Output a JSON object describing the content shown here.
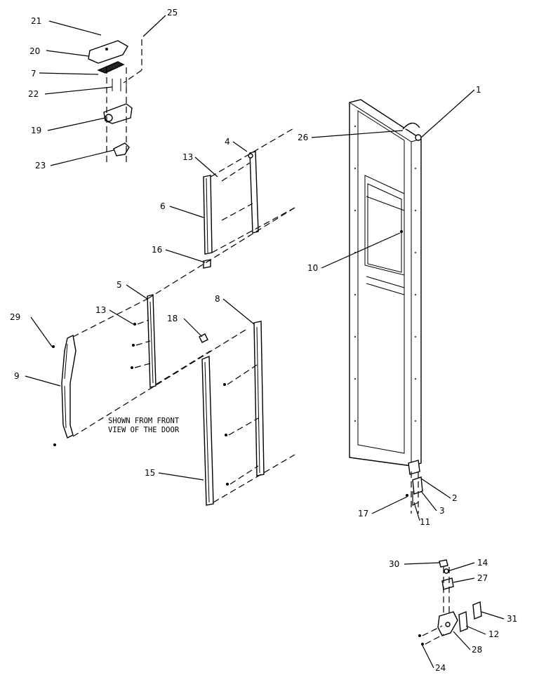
{
  "callouts": {
    "c1": "1",
    "c2": "2",
    "c3": "3",
    "c4": "4",
    "c5": "5",
    "c6": "6",
    "c7": "7",
    "c8": "8",
    "c9": "9",
    "c10": "10",
    "c11": "11",
    "c12": "12",
    "c13a": "13",
    "c13b": "13",
    "c14": "14",
    "c15": "15",
    "c16": "16",
    "c17": "17",
    "c18": "18",
    "c19": "19",
    "c20": "20",
    "c21": "21",
    "c22": "22",
    "c23": "23",
    "c24": "24",
    "c25": "25",
    "c26": "26",
    "c27": "27",
    "c28": "28",
    "c29": "29",
    "c30": "30",
    "c31": "31"
  },
  "note": {
    "line1": "SHOWN FROM FRONT",
    "line2": "VIEW OF THE DOOR"
  }
}
